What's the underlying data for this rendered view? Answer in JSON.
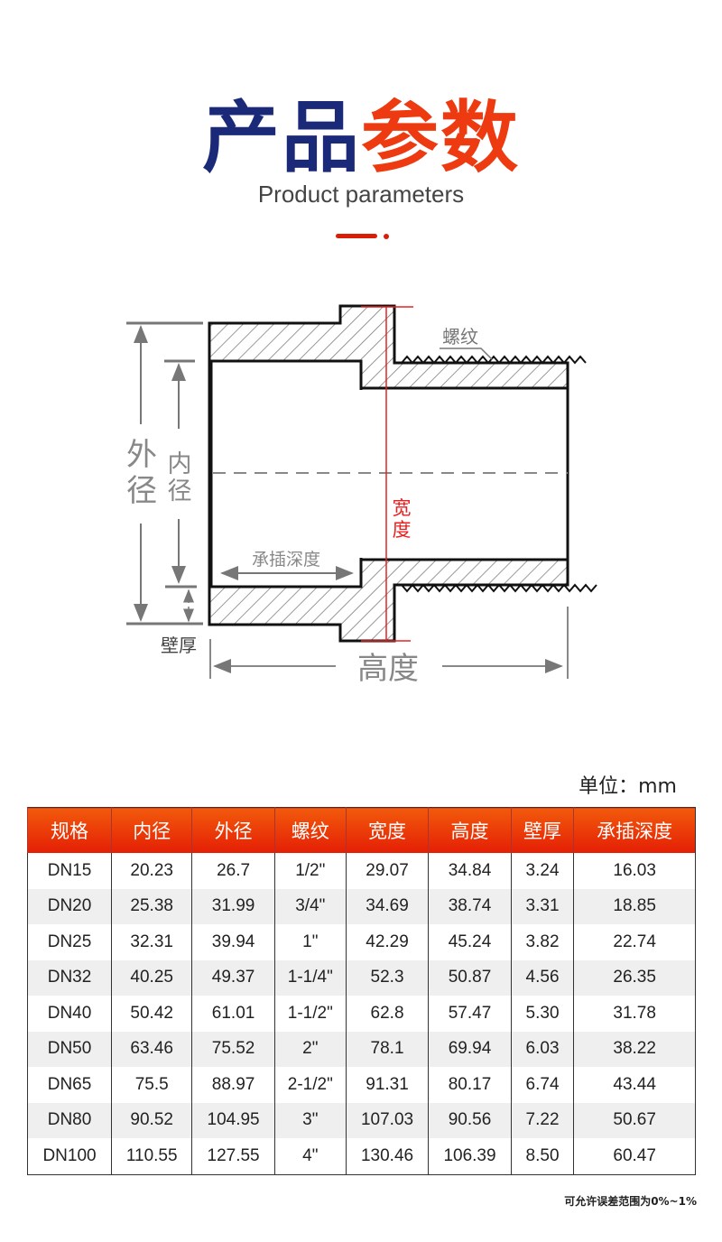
{
  "header": {
    "title_part1": "产品",
    "title_part2": "参数",
    "subtitle": "Product parameters"
  },
  "diagram": {
    "thread": "螺纹",
    "outer_diameter": "外径",
    "inner_diameter": "内径",
    "width": "宽度",
    "socket_depth": "承插深度",
    "wall_thickness": "壁厚",
    "height": "高度"
  },
  "unit_label": "单位：mm",
  "table": {
    "headers": [
      "规格",
      "内径",
      "外径",
      "螺纹",
      "宽度",
      "高度",
      "壁厚",
      "承插深度"
    ],
    "rows": [
      [
        "DN15",
        "20.23",
        "26.7",
        "1/2\"",
        "29.07",
        "34.84",
        "3.24",
        "16.03"
      ],
      [
        "DN20",
        "25.38",
        "31.99",
        "3/4\"",
        "34.69",
        "38.74",
        "3.31",
        "18.85"
      ],
      [
        "DN25",
        "32.31",
        "39.94",
        "1\"",
        "42.29",
        "45.24",
        "3.82",
        "22.74"
      ],
      [
        "DN32",
        "40.25",
        "49.37",
        "1-1/4\"",
        "52.3",
        "50.87",
        "4.56",
        "26.35"
      ],
      [
        "DN40",
        "50.42",
        "61.01",
        "1-1/2\"",
        "62.8",
        "57.47",
        "5.30",
        "31.78"
      ],
      [
        "DN50",
        "63.46",
        "75.52",
        "2\"",
        "78.1",
        "69.94",
        "6.03",
        "38.22"
      ],
      [
        "DN65",
        "75.5",
        "88.97",
        "2-1/2\"",
        "91.31",
        "80.17",
        "6.74",
        "43.44"
      ],
      [
        "DN80",
        "90.52",
        "104.95",
        "3\"",
        "107.03",
        "90.56",
        "7.22",
        "50.67"
      ],
      [
        "DN100",
        "110.55",
        "127.55",
        "4\"",
        "130.46",
        "106.39",
        "8.50",
        "60.47"
      ]
    ]
  },
  "tolerance_note": "可允许误差范围为0%~1%",
  "colors": {
    "navy": "#1a2a78",
    "orange": "#ee3a10",
    "red": "#e41e05"
  }
}
